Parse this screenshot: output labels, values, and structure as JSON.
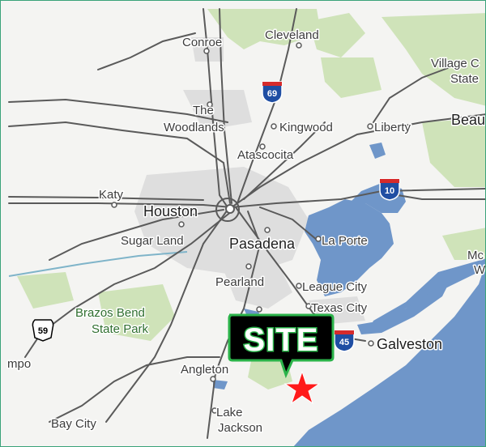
{
  "map": {
    "colors": {
      "water": "#6f96c9",
      "land": "#f4f4f2",
      "urban": "#dcdcdc",
      "park": "#cfe3b9",
      "road": "#5a5a5a",
      "marker": "#ff1a1a",
      "callout": "#000000",
      "callout_border": "#2bb34a"
    },
    "places": {
      "conroe": "Conroe",
      "cleveland": "Cleveland",
      "village_creek_1": "Village C",
      "village_creek_2": "State",
      "the_woodlands_1": "The",
      "the_woodlands_2": "Woodlands",
      "kingwood": "Kingwood",
      "liberty": "Liberty",
      "beaumont": "Beau",
      "atascocita": "Atascocita",
      "katy": "Katy",
      "houston": "Houston",
      "sugar_land": "Sugar Land",
      "pasadena": "Pasadena",
      "la_porte": "La Porte",
      "mc_1": "Mc",
      "mc_2": "W",
      "pearland": "Pearland",
      "league_city": "League City",
      "texas_city": "Texas City",
      "brazos_bend_1": "Brazos Bend",
      "brazos_bend_2": "State Park",
      "galveston": "Galveston",
      "ampo": "mpo",
      "angleton": "Angleton",
      "lake_jackson_1": "Lake",
      "lake_jackson_2": "Jackson",
      "bay_city": "Bay City"
    },
    "shields": {
      "i69": "69",
      "i10": "10",
      "i45": "45",
      "us59": "59"
    },
    "site_label": "SITE",
    "marker_icon": "star-icon"
  }
}
